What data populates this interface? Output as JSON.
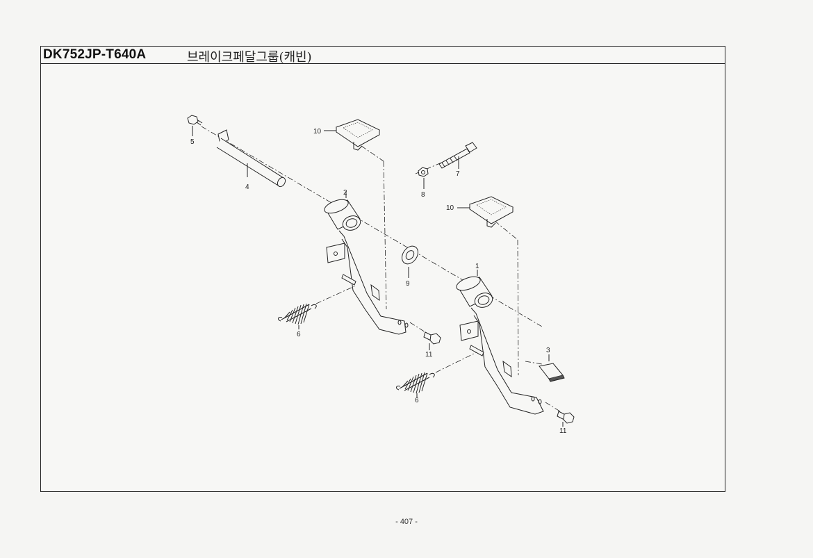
{
  "header": {
    "model": "DK752JP-T640A",
    "title": "브레이크페달그룹(캐빈)"
  },
  "callouts": {
    "c1": "1",
    "c2": "2",
    "c3": "3",
    "c4": "4",
    "c5": "5",
    "c6a": "6",
    "c6b": "6",
    "c7": "7",
    "c8": "8",
    "c9": "9",
    "c10a": "10",
    "c10b": "10",
    "c11a": "11",
    "c11b": "11"
  },
  "footer": {
    "page_number": "- 407 -"
  }
}
